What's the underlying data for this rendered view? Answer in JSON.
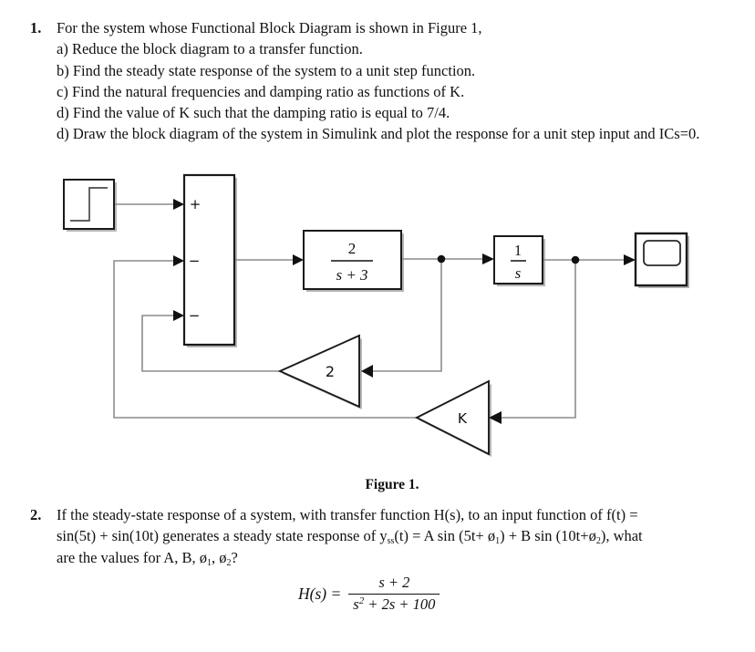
{
  "q1": {
    "number": "1.",
    "intro": "For the system whose Functional Block Diagram is shown in Figure 1,",
    "items": [
      "a) Reduce the block diagram to a transfer function.",
      "b) Find the steady state response of the system to a unit step function.",
      "c) Find the natural frequencies and damping ratio as functions of K.",
      "d) Find the value of K such that the damping ratio is equal to 7/4.",
      "d) Draw the block diagram of the system in Simulink and plot the response for a unit step input and ICs=0."
    ]
  },
  "figure": {
    "caption": "Figure 1.",
    "blocks": {
      "sum_signs": [
        "+",
        "−",
        "−"
      ],
      "tf": {
        "num": "2",
        "den": "s + 3"
      },
      "integrator": {
        "num": "1",
        "den": "s"
      },
      "gain_inner": "2",
      "gain_outer": "K"
    },
    "colors": {
      "line": "#8c8c8c",
      "block_border": "#1a1a1a",
      "shadow": "#b6b6b6",
      "text": "#111111"
    }
  },
  "q2": {
    "number": "2.",
    "line1": "If the steady-state response of a system, with transfer function H(s), to an input function of f(t) =",
    "line2": {
      "a": "sin(5t) + sin(10t) generates a steady state response of y",
      "sub1": "ss",
      "b": "(t) = A sin (5t+ ø",
      "sub2": "1",
      "c": ") + B sin (10t+ø",
      "sub3": "2",
      "d": "), what"
    },
    "line3": {
      "a": "are the values for A, B, ø",
      "sub1": "1",
      "b": ", ø",
      "sub2": "2",
      "c": "?"
    },
    "equation": {
      "lhs": "H(s) =",
      "num": "s + 2",
      "den_a": "s",
      "den_sup": "2",
      "den_b": " + 2s + 100"
    }
  }
}
